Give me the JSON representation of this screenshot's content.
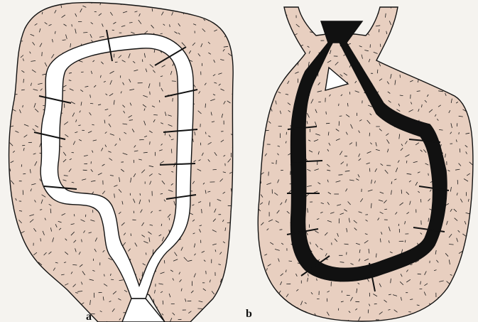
{
  "colors": {
    "background": "#f5f3ef",
    "mold_fill": "#e8cfc0",
    "outline": "#111111",
    "cavity_empty": "#ffffff",
    "cavity_filled": "#111111",
    "speckle": "#1a1a1a"
  },
  "panels": [
    {
      "id": "a",
      "label": "a",
      "cavity": "empty"
    },
    {
      "id": "b",
      "label": "b",
      "cavity": "filled"
    }
  ]
}
